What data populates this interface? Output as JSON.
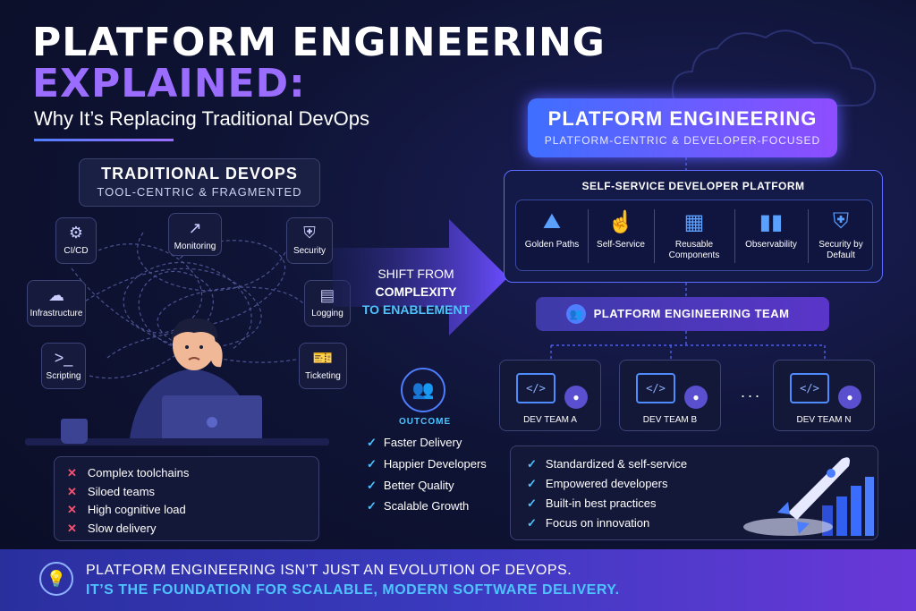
{
  "header": {
    "title_line1": "PLATFORM ENGINEERING",
    "title_line2": "EXPLAINED:",
    "subtitle": "Why It’s Replacing Traditional DevOps"
  },
  "traditional": {
    "title": "TRADITIONAL DEVOPS",
    "subtitle": "TOOL-CENTRIC & FRAGMENTED",
    "tools": [
      {
        "label": "CI/CD",
        "icon": "gear-icon"
      },
      {
        "label": "Monitoring",
        "icon": "chart-line-icon"
      },
      {
        "label": "Security",
        "icon": "shield-icon"
      },
      {
        "label": "Infrastructure",
        "icon": "cloud-icon"
      },
      {
        "label": "Logging",
        "icon": "document-icon"
      },
      {
        "label": "Scripting",
        "icon": "terminal-icon"
      },
      {
        "label": "Ticketing",
        "icon": "ticket-icon"
      }
    ],
    "problems": [
      "Complex toolchains",
      "Siloed teams",
      "High cognitive load",
      "Slow delivery"
    ]
  },
  "shift": {
    "line1": "SHIFT FROM",
    "line2": "COMPLEXITY",
    "line3": "TO ENABLEMENT"
  },
  "outcome": {
    "label": "OUTCOME",
    "items": [
      "Faster Delivery",
      "Happier Developers",
      "Better Quality",
      "Scalable Growth"
    ]
  },
  "platform": {
    "title": "PLATFORM ENGINEERING",
    "subtitle": "PLATFORM-CENTRIC & DEVELOPER-FOCUSED",
    "ssp_title": "SELF-SERVICE DEVELOPER PLATFORM",
    "features": [
      {
        "label": "Golden Paths",
        "icon": "road-icon"
      },
      {
        "label": "Self-Service",
        "icon": "pointer-hand-icon"
      },
      {
        "label": "Reusable Components",
        "icon": "cubes-icon"
      },
      {
        "label": "Observability",
        "icon": "bar-chart-icon"
      },
      {
        "label": "Security by Default",
        "icon": "shield-check-icon"
      }
    ],
    "team_label": "PLATFORM ENGINEERING TEAM",
    "dev_teams": [
      "DEV TEAM A",
      "DEV TEAM B",
      "DEV TEAM N"
    ],
    "dots": "...",
    "benefits": [
      "Standardized & self-service",
      "Empowered developers",
      "Built-in best practices",
      "Focus on innovation"
    ]
  },
  "footer": {
    "line1": "PLATFORM ENGINEERING ISN’T JUST AN EVOLUTION OF DEVOPS.",
    "line2": "IT’S THE FOUNDATION FOR SCALABLE, MODERN SOFTWARE DELIVERY."
  },
  "colors": {
    "accent_blue": "#4fc3ff",
    "accent_purple": "#9b6dff",
    "negative": "#ff4d6d"
  }
}
